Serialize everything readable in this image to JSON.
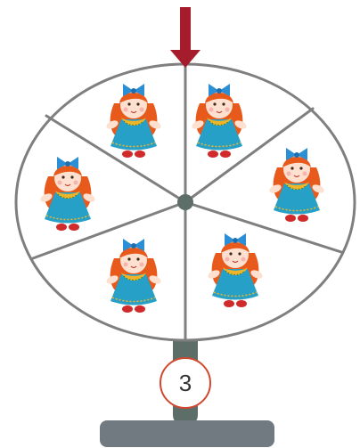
{
  "spinner": {
    "segment_count": 6,
    "segment_content": "doll",
    "pointer_direction": "down",
    "number_badge": "3"
  },
  "colors": {
    "wheel_outline": "#7f7f7f",
    "pointer": "#a51d2d",
    "stand": "#5d6e68",
    "base": "#707a80",
    "badge_border": "#d0492e",
    "doll_hair": "#e85a1c",
    "doll_bow": "#2b8fd6",
    "doll_dress": "#27a0c8",
    "doll_collar": "#f0b428",
    "doll_skin": "#fde0cf",
    "doll_shoes": "#d02a2a"
  }
}
